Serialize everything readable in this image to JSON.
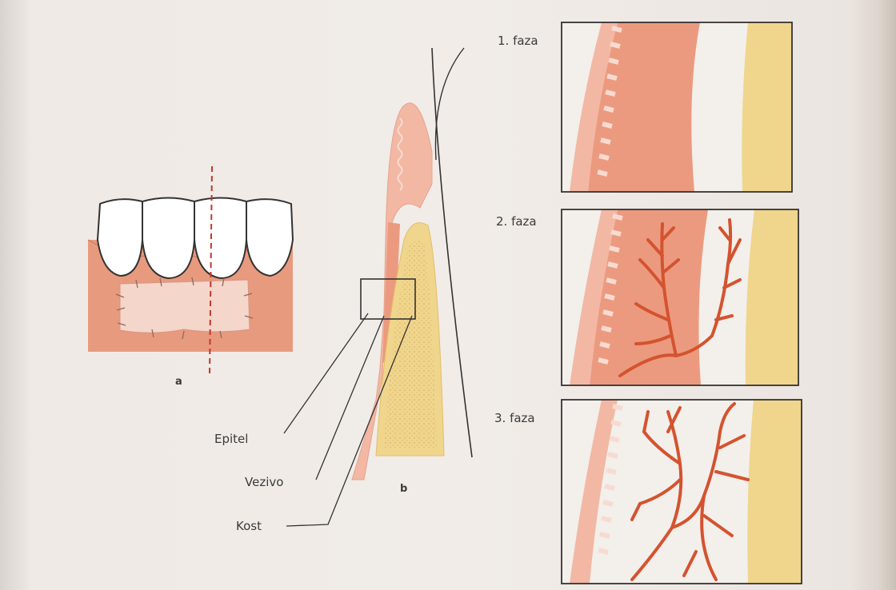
{
  "figure_a": {
    "label": "a"
  },
  "figure_b": {
    "label": "b"
  },
  "tissue_labels": {
    "epitel": "Epitel",
    "vezivo": "Vezivo",
    "kost": "Kost"
  },
  "phases": [
    {
      "label": "1. faza"
    },
    {
      "label": "2. faza"
    },
    {
      "label": "3. faza"
    }
  ],
  "colors": {
    "gingiva": "#e89a7e",
    "graft": "#f4d6cb",
    "epithelium": "#f2b8a4",
    "connective": "#ec9a7f",
    "bone": "#f0d58c",
    "vessel": "#d4532f"
  }
}
